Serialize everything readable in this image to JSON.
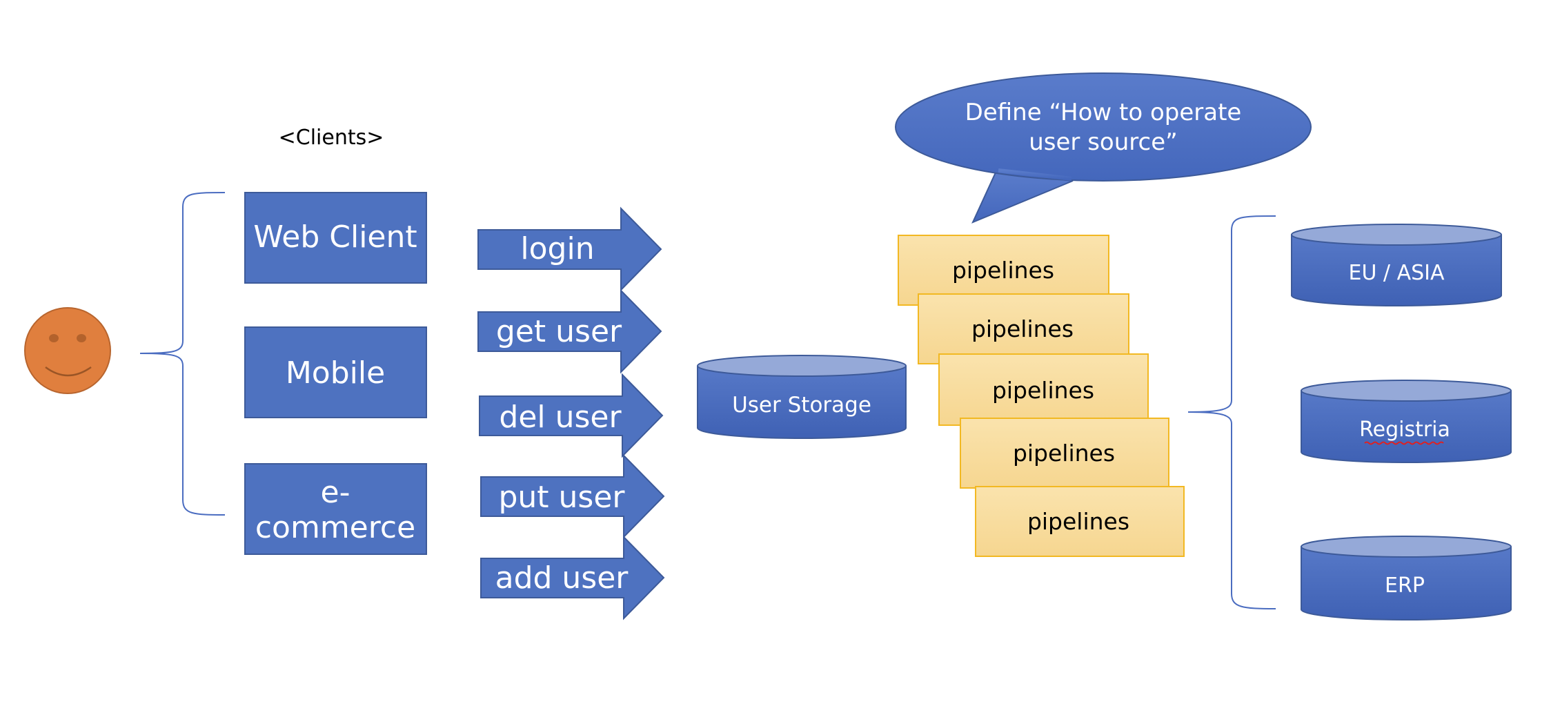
{
  "clients_label": "<Clients>",
  "clients": [
    "Web Client",
    "Mobile",
    "e-",
    "commerce"
  ],
  "operations": [
    "login",
    "get user",
    "del user",
    "put user",
    "add user"
  ],
  "storage_label": "User Storage",
  "callout_lines": [
    "Define “How to operate",
    "user source”"
  ],
  "pipelines": [
    "pipelines",
    "pipelines",
    "pipelines",
    "pipelines",
    "pipelines"
  ],
  "sources": [
    "EU / ASIA",
    "Registria",
    "ERP"
  ],
  "colors": {
    "box_fill": "#4e72c0",
    "box_stroke": "#3d5a99",
    "pipeline_fill": "#f8dc9a",
    "pipeline_stroke": "#f2b822",
    "face_fill": "#e07f3e",
    "face_stroke": "#b8652e",
    "cylinder_top": "#95a9d8",
    "brace": "#4a6cc0",
    "spell_underline": "#e02020"
  },
  "icons": {
    "user": "smiley-face-icon"
  }
}
